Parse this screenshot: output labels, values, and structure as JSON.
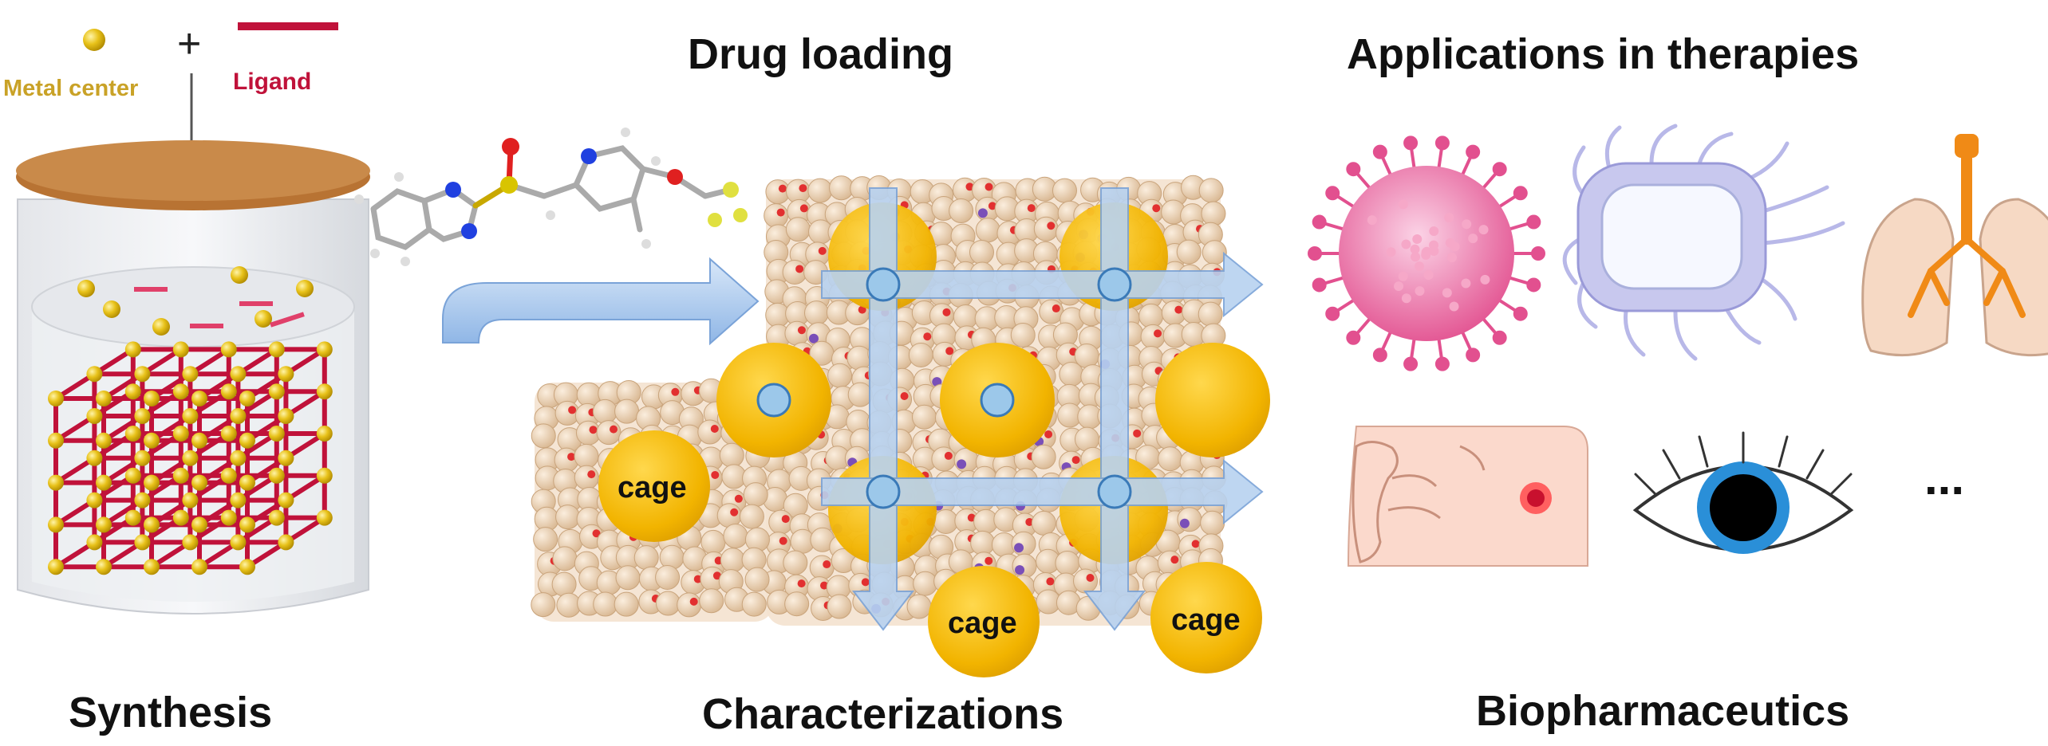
{
  "titles": {
    "drug_loading": "Drug loading",
    "applications": "Applications in therapies",
    "synthesis": "Synthesis",
    "characterizations": "Characterizations",
    "biopharmaceutics": "Biopharmaceutics"
  },
  "legend": {
    "plus": "+",
    "metal_center": "Metal center",
    "ligand": "Ligand"
  },
  "cage_label": "cage",
  "ellipsis": "...",
  "icons": [
    "virus-icon",
    "bacterium-icon",
    "lungs-icon",
    "skin-wound-icon",
    "eye-icon"
  ],
  "colors": {
    "metal": "#e6b800",
    "ligand": "#c0123a",
    "lid": "#b87333",
    "arrow": "#a9c8ec",
    "cage": "#f2b400",
    "framework": "#e8c9a8",
    "virus": "#e2508f",
    "bacterium": "#c8c8ee",
    "lungs": "#f6d9c4",
    "bronchi": "#f08a16",
    "eye_iris": "#2a8fd8"
  }
}
